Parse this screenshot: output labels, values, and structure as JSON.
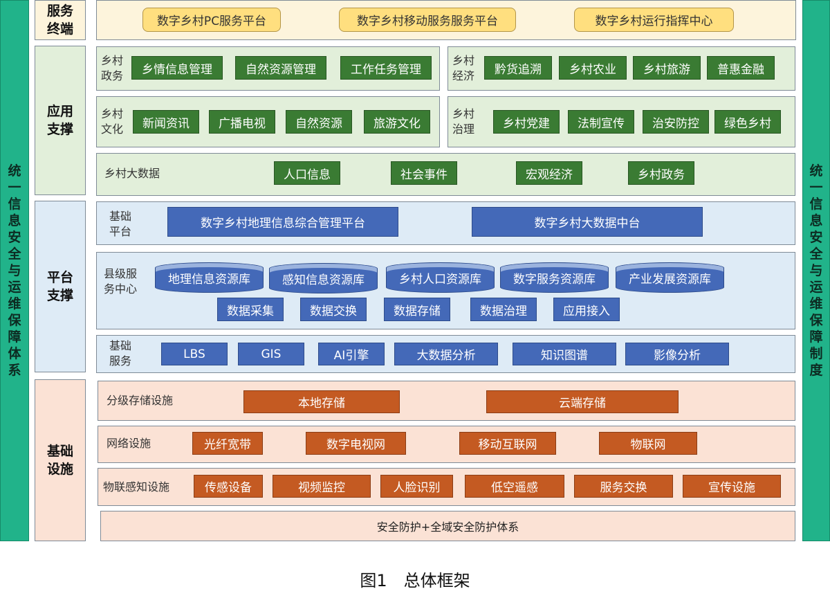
{
  "side_left": "统一信息安全与运维保障体系",
  "side_right": "统一信息安全与运维保障制度",
  "sections": {
    "terminal": "服务终端",
    "app": "应用支撑",
    "platform": "平台支撑",
    "infra": "基础设施"
  },
  "terminal_items": [
    "数字乡村PC服务平台",
    "数字乡村移动服务服务平台",
    "数字乡村运行指挥中心"
  ],
  "app": {
    "gov_label": "乡村政务",
    "gov_items": [
      "乡情信息管理",
      "自然资源管理",
      "工作任务管理"
    ],
    "econ_label": "乡村经济",
    "econ_items": [
      "黔货追溯",
      "乡村农业",
      "乡村旅游",
      "普惠金融"
    ],
    "culture_label": "乡村文化",
    "culture_items": [
      "新闻资讯",
      "广播电视",
      "自然资源",
      "旅游文化"
    ],
    "govern_label": "乡村治理",
    "govern_items": [
      "乡村党建",
      "法制宣传",
      "治安防控",
      "绿色乡村"
    ],
    "bigdata_label": "乡村大数据",
    "bigdata_items": [
      "人口信息",
      "社会事件",
      "宏观经济",
      "乡村政务"
    ]
  },
  "platform": {
    "base_label": "基础平台",
    "base_items": [
      "数字乡村地理信息综合管理平台",
      "数字乡村大数据中台"
    ],
    "county_label": "县级服务中心",
    "db_items": [
      "地理信息资源库",
      "感知信息资源库",
      "乡村人口资源库",
      "数字服务资源库",
      "产业发展资源库"
    ],
    "data_items": [
      "数据采集",
      "数据交换",
      "数据存储",
      "数据治理",
      "应用接入"
    ],
    "service_label": "基础服务",
    "service_items": [
      "LBS",
      "GIS",
      "AI引擎",
      "大数据分析",
      "知识图谱",
      "影像分析"
    ]
  },
  "infra": {
    "storage_label": "分级存储设施",
    "storage_items": [
      "本地存储",
      "云端存储"
    ],
    "network_label": "网络设施",
    "network_items": [
      "光纤宽带",
      "数字电视网",
      "移动互联网",
      "物联网"
    ],
    "iot_label": "物联感知设施",
    "iot_items": [
      "传感设备",
      "视频监控",
      "人脸识别",
      "低空遥感",
      "服务交换",
      "宣传设施"
    ],
    "security": "安全防护+全域安全防护体系"
  },
  "colors": {
    "side": "#21b38a",
    "terminal_bg": "#fdf4dc",
    "app_bg": "#e2efda",
    "platform_bg": "#deebf6",
    "infra_bg": "#fbe2d5"
  },
  "caption": "图1　总体框架"
}
